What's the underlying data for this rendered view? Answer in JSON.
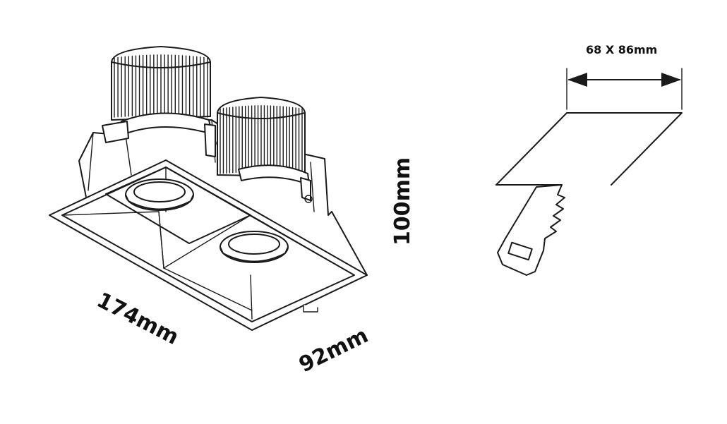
{
  "dimensions": {
    "length": "174mm",
    "width": "92mm",
    "height": "100mm",
    "cutout": "68 X 86mm"
  },
  "colors": {
    "line": "#1a1a1a",
    "background": "#ffffff"
  }
}
